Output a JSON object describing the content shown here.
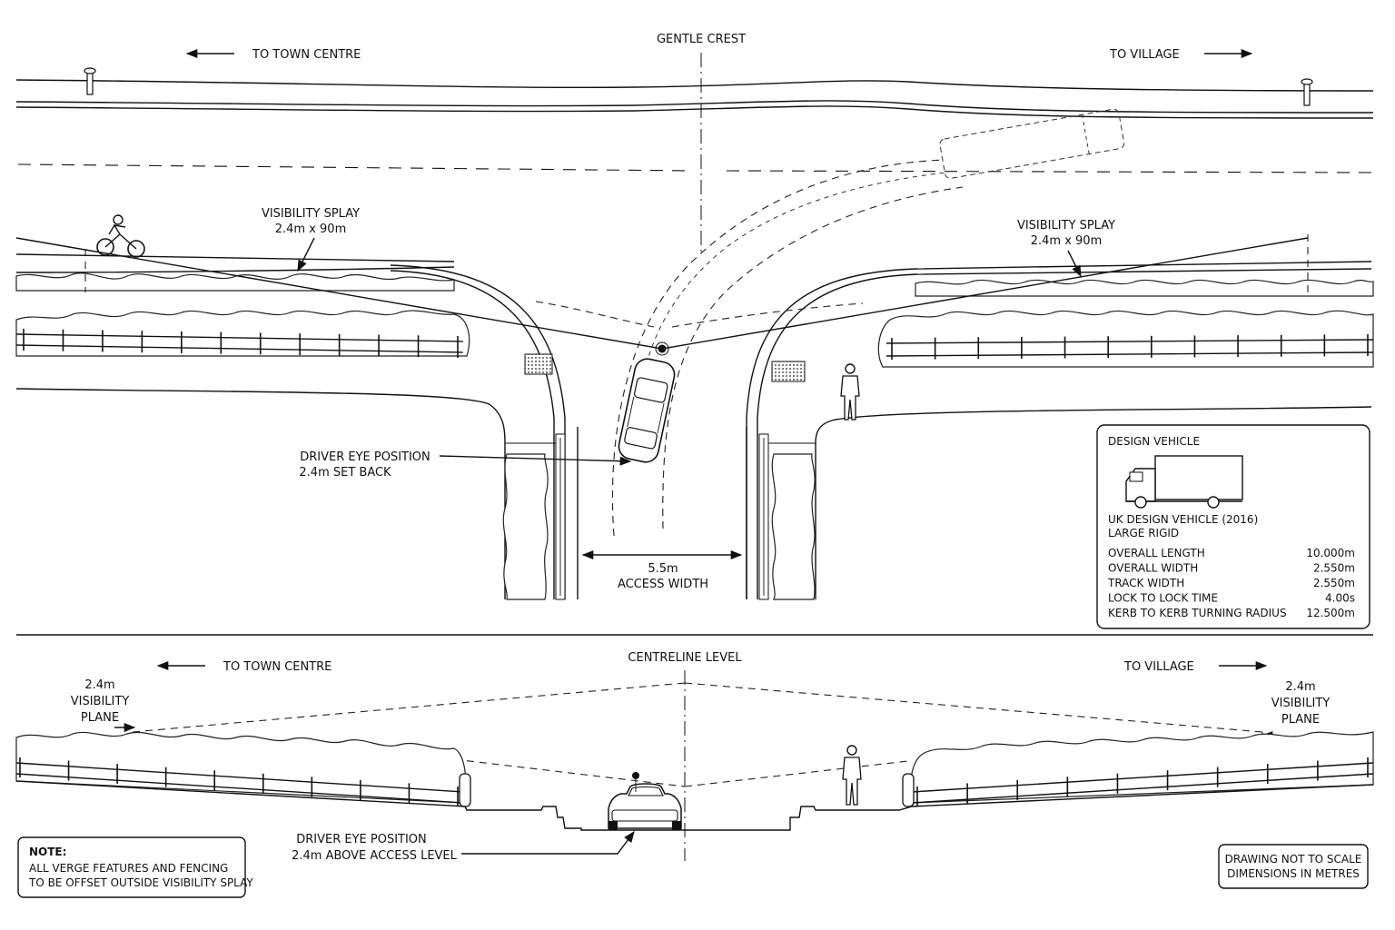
{
  "plan": {
    "to_town_centre": "TO TOWN CENTRE",
    "to_village": "TO VILLAGE",
    "gentle_crest": "GENTLE CREST",
    "splay_left_title": "VISIBILITY SPLAY",
    "splay_left_dims": "2.4m x 90m",
    "splay_right_title": "VISIBILITY SPLAY",
    "splay_right_dims": "2.4m x 90m",
    "driver_eye_title": "DRIVER EYE POSITION",
    "driver_eye_sub": "2.4m SET BACK",
    "access_width_value": "5.5m",
    "access_width_label": "ACCESS WIDTH"
  },
  "design_vehicle": {
    "title": "DESIGN VEHICLE",
    "name": "UK DESIGN VEHICLE (2016)",
    "type": "LARGE RIGID",
    "specs": [
      {
        "label": "OVERALL LENGTH",
        "value": "10.000m"
      },
      {
        "label": "OVERALL WIDTH",
        "value": "2.550m"
      },
      {
        "label": "TRACK WIDTH",
        "value": "2.550m"
      },
      {
        "label": "LOCK TO LOCK TIME",
        "value": "4.00s"
      },
      {
        "label": "KERB TO KERB TURNING RADIUS",
        "value": "12.500m"
      }
    ]
  },
  "section": {
    "to_town_centre": "TO TOWN CENTRE",
    "to_village": "TO VILLAGE",
    "centreline_level": "CENTRELINE LEVEL",
    "plane_left": [
      "2.4m",
      "VISIBILITY",
      "PLANE"
    ],
    "plane_right": [
      "2.4m",
      "VISIBILITY",
      "PLANE"
    ],
    "driver_eye_title": "DRIVER EYE POSITION",
    "driver_eye_sub": "2.4m ABOVE ACCESS LEVEL"
  },
  "note": {
    "title": "NOTE:",
    "line1": "ALL VERGE FEATURES AND FENCING",
    "line2": "TO BE OFFSET OUTSIDE VISIBILITY SPLAY"
  },
  "disclaimer": {
    "line1": "DRAWING NOT TO SCALE",
    "line2": "DIMENSIONS IN METRES"
  }
}
